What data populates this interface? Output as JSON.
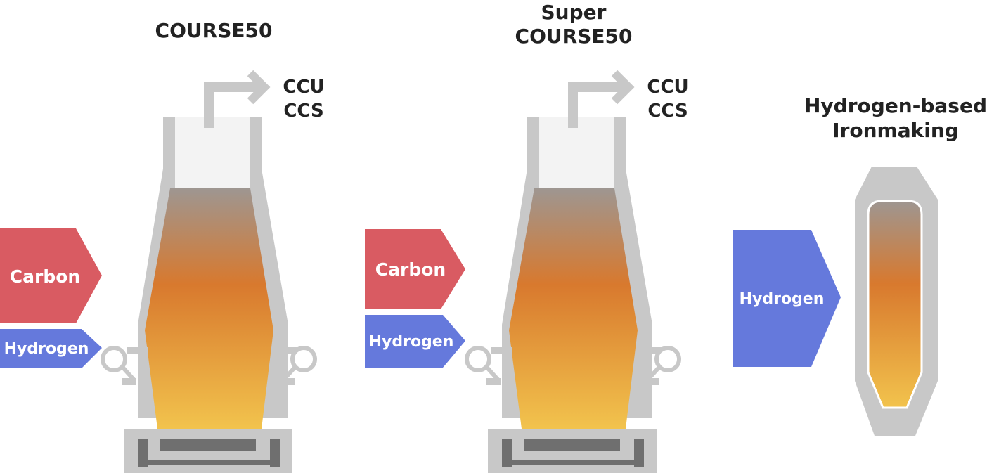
{
  "colors": {
    "shell": "#c8c8c8",
    "dark_base": "#6f6f6f",
    "carbon": "#d95b62",
    "hydrogen": "#6579dc",
    "gas_space": "#f3f3f3",
    "fill_top": "#9e9691",
    "fill_mid": "#d8792e",
    "fill_bottom": "#f2c34d",
    "text": "#222222",
    "label_text": "#ffffff"
  },
  "sections": [
    {
      "title_lines": [
        "COURSE50"
      ],
      "outputs": [
        "CCU",
        "CCS"
      ],
      "inputs": [
        {
          "label": "Carbon",
          "type": "carbon"
        },
        {
          "label": "Hydrogen",
          "type": "hydrogen"
        }
      ]
    },
    {
      "title_lines": [
        "Super",
        "COURSE50"
      ],
      "outputs": [
        "CCU",
        "CCS"
      ],
      "inputs": [
        {
          "label": "Carbon",
          "type": "carbon"
        },
        {
          "label": "Hydrogen",
          "type": "hydrogen"
        }
      ]
    },
    {
      "title_lines": [
        "Hydrogen-based",
        "Ironmaking"
      ],
      "outputs": [],
      "inputs": [
        {
          "label": "Hydrogen",
          "type": "hydrogen"
        }
      ]
    }
  ]
}
